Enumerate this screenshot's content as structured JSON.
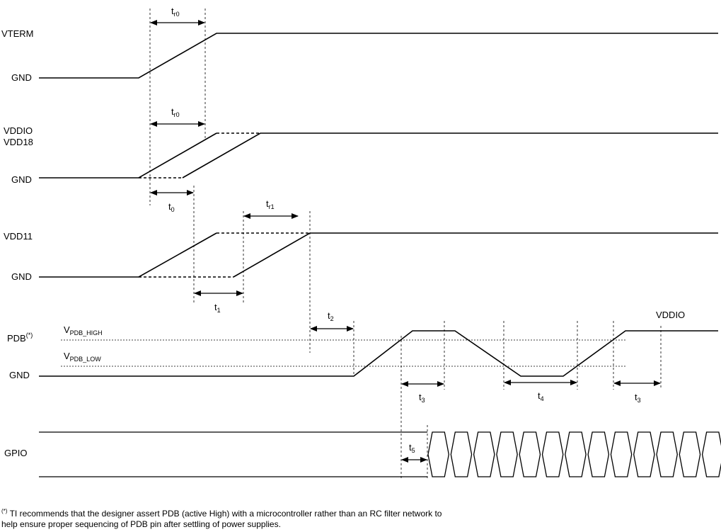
{
  "signals": {
    "vterm": "VTERM",
    "vddio_l1": "VDDIO",
    "vddio_l2": "VDD18",
    "vdd11": "VDD11",
    "pdb": "PDB",
    "pdb_mark": "(*)",
    "gpio": "GPIO",
    "gnd": "GND",
    "vddio_level": "VDDIO"
  },
  "thresholds": {
    "v": "V",
    "high_sub": "PDB_HIGH",
    "low_sub": "PDB_LOW"
  },
  "timing": {
    "t": "t",
    "tr0_sub": "r0",
    "tr1_sub": "r1",
    "t0_sub": "0",
    "t1_sub": "1",
    "t2_sub": "2",
    "t3_sub": "3",
    "t4_sub": "4",
    "t5_sub": "5"
  },
  "footnote": {
    "mark": "(*)",
    "line1": " TI recommends that the designer assert PDB (active High) with a microcontroller rather than an RC filter network to",
    "line2": "help ensure proper sequencing of PDB pin after settling of power supplies."
  }
}
